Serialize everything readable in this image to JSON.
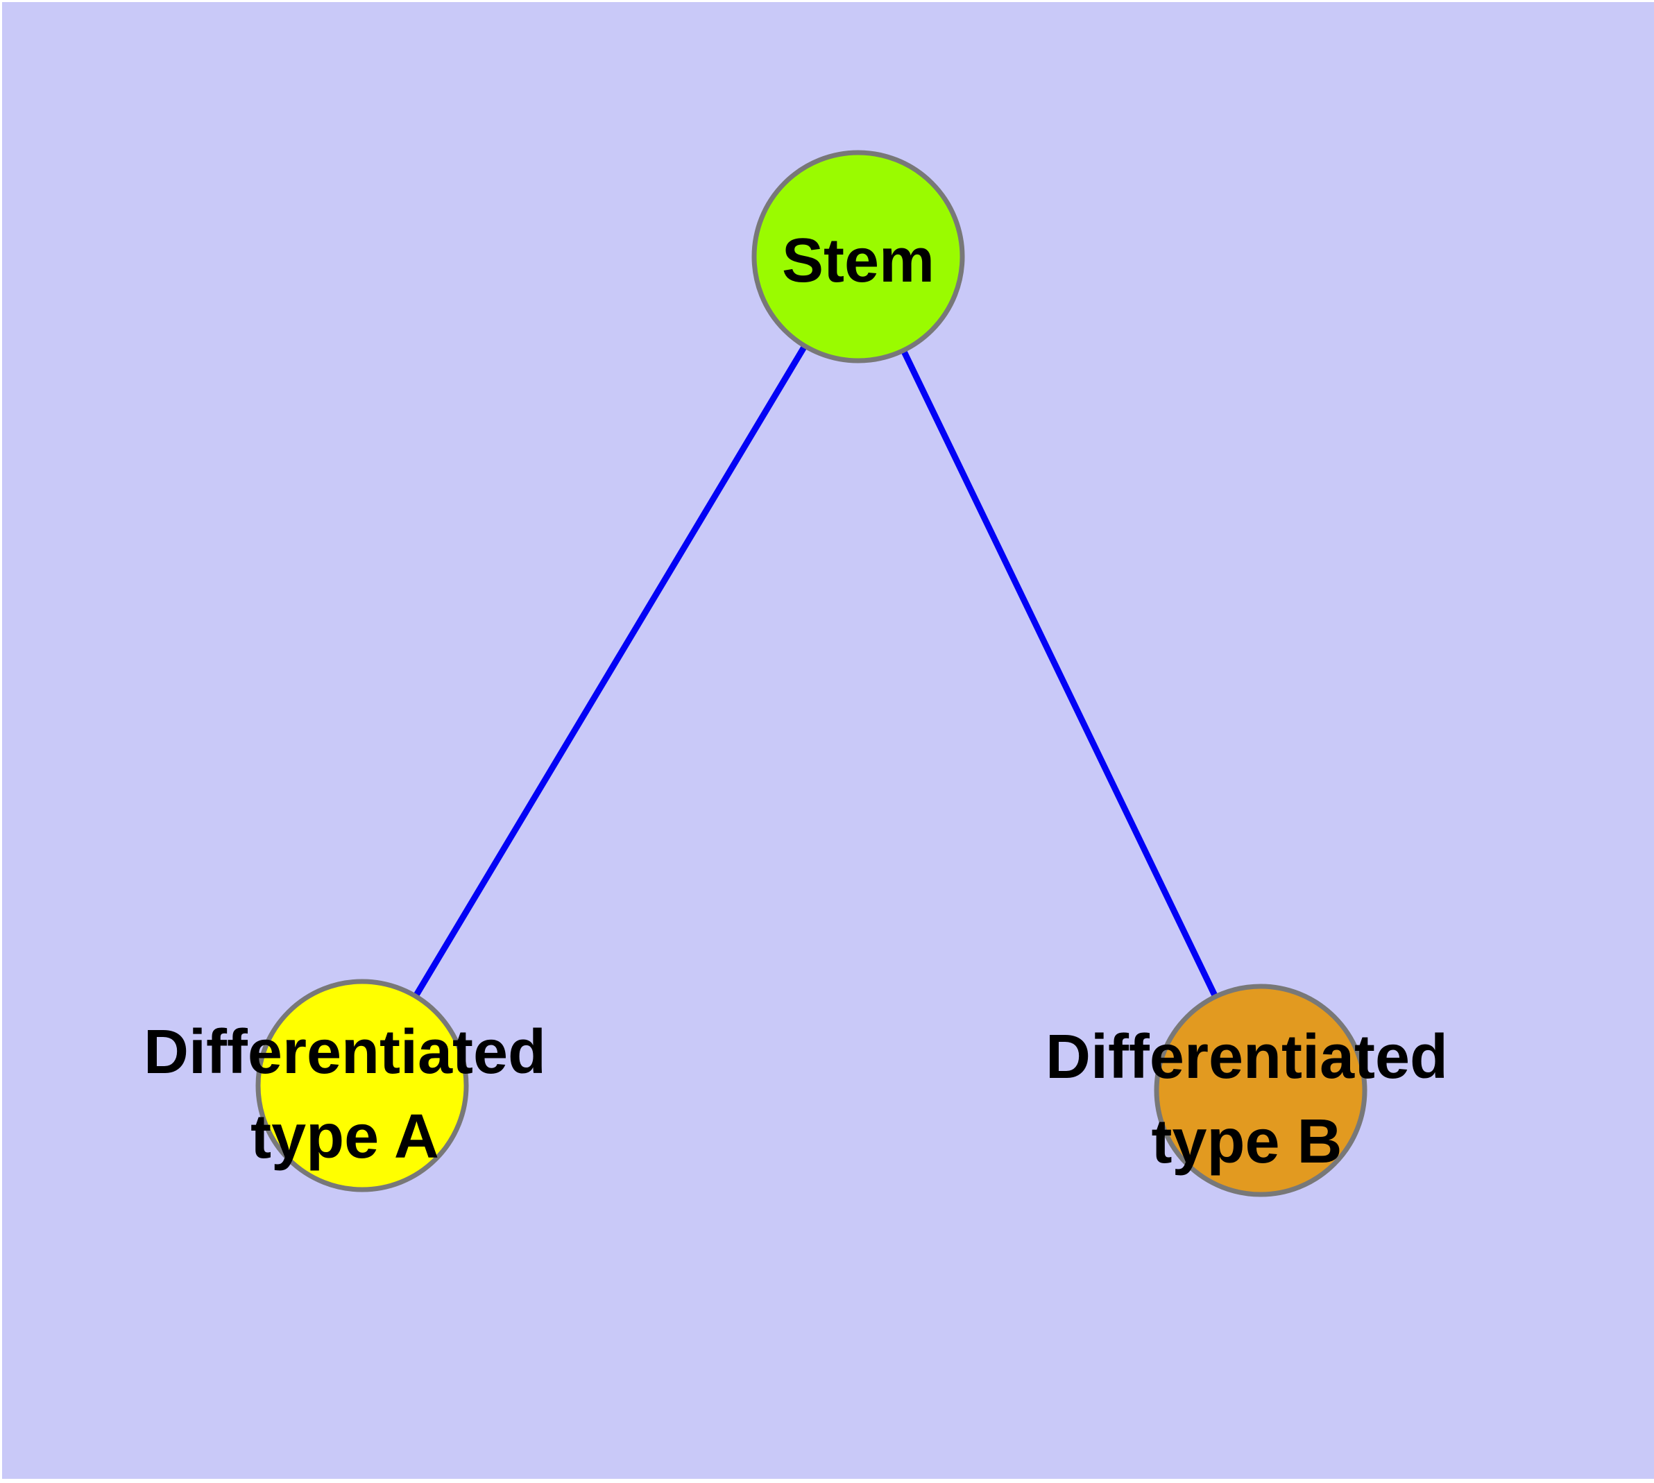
{
  "diagram": {
    "page_margin_color": "#FFFFFF",
    "background_color": "#C9C9F8",
    "edge_color": "#0202F5",
    "node_border_color": "#787878",
    "label_color": "#000000",
    "nodes": {
      "stem": {
        "label": "Stem",
        "fill": "#9AFB00"
      },
      "type_a": {
        "label_line1": "Differentiated",
        "label_line2": "type A",
        "fill": "#FFFF00"
      },
      "type_b": {
        "label_line1": "Differentiated",
        "label_line2": "type B",
        "fill": "#E29A20"
      }
    },
    "edges": [
      {
        "from": "stem",
        "to": "type_a"
      },
      {
        "from": "stem",
        "to": "type_b"
      }
    ]
  }
}
